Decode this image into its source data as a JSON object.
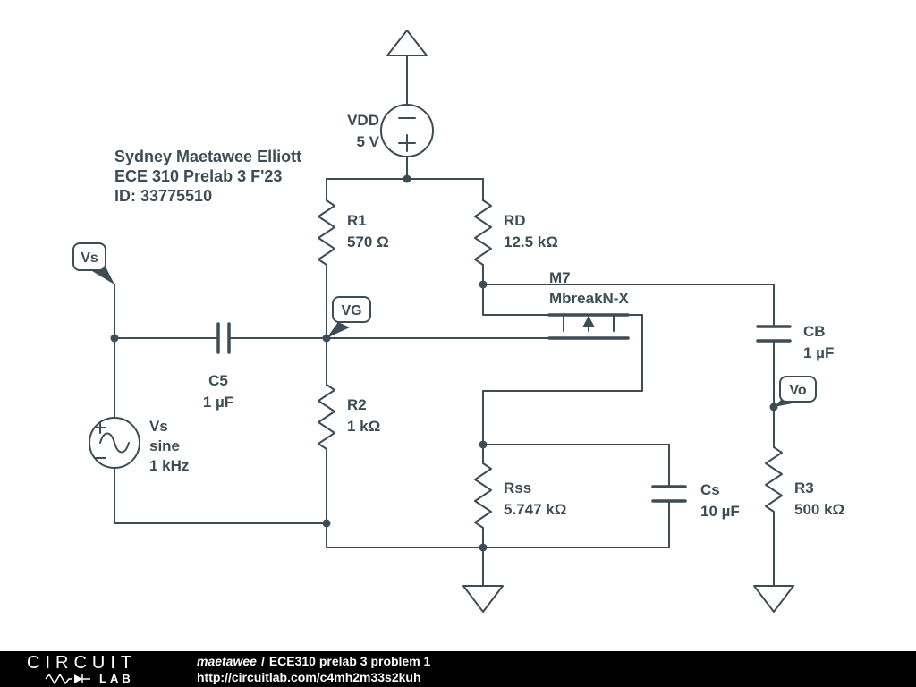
{
  "colors": {
    "stroke": "#3d4c55",
    "background": "#ffffff",
    "footer_bg": "#000000",
    "footer_text": "#ffffff"
  },
  "annotation": {
    "line1": "Sydney Maetawee Elliott",
    "line2": "ECE 310 Prelab 3 F'23",
    "line3": "ID: 33775510"
  },
  "components": {
    "vdd": {
      "name": "VDD",
      "value": "5 V"
    },
    "r1": {
      "name": "R1",
      "value": "570 Ω"
    },
    "rd": {
      "name": "RD",
      "value": "12.5 kΩ"
    },
    "m7": {
      "name": "M7",
      "model": "MbreakN-X"
    },
    "c5": {
      "name": "C5",
      "value": "1 µF"
    },
    "r2": {
      "name": "R2",
      "value": "1 kΩ"
    },
    "vs": {
      "name": "Vs",
      "type": "sine",
      "value": "1 kHz"
    },
    "rss": {
      "name": "Rss",
      "value": "5.747 kΩ"
    },
    "cs": {
      "name": "Cs",
      "value": "10 µF"
    },
    "cb": {
      "name": "CB",
      "value": "1 µF"
    },
    "r3": {
      "name": "R3",
      "value": "500 kΩ"
    }
  },
  "flags": {
    "vs": "Vs",
    "vg": "VG",
    "vo": "Vo"
  },
  "footer": {
    "logo_line1": "CIRCUIT",
    "logo_line2": "LAB",
    "author": "maetawee",
    "separator": "/",
    "title": "ECE310 prelab 3 problem 1",
    "url": "http://circuitlab.com/c4mh2m33s2kuh"
  }
}
